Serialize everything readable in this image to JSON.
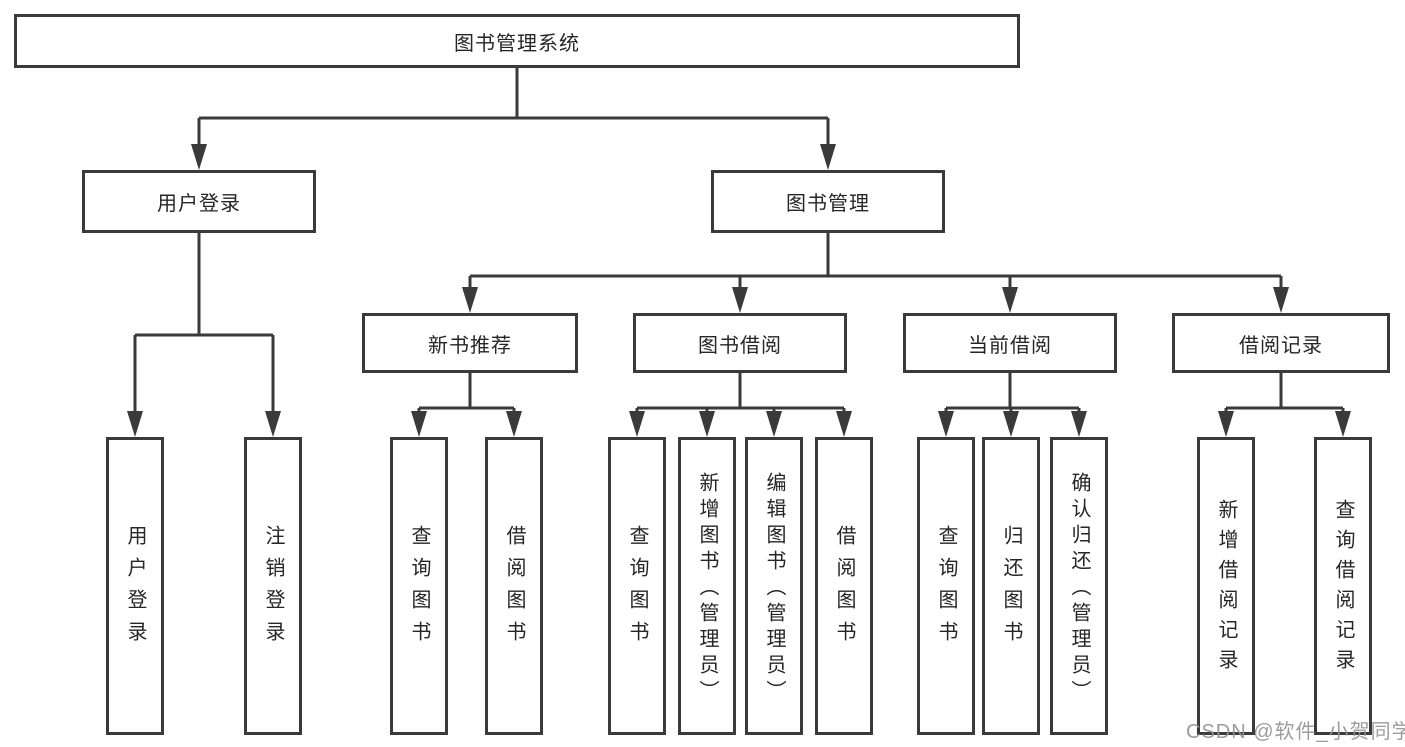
{
  "tree": {
    "label": "图书管理系统",
    "children": [
      {
        "label": "用户登录",
        "children": [
          {
            "label": "用户登录"
          },
          {
            "label": "注销登录"
          }
        ]
      },
      {
        "label": "图书管理",
        "children": [
          {
            "label": "新书推荐",
            "children": [
              {
                "label": "查询图书"
              },
              {
                "label": "借阅图书"
              }
            ]
          },
          {
            "label": "图书借阅",
            "children": [
              {
                "label": "查询图书"
              },
              {
                "label": "新增图书（管理员）"
              },
              {
                "label": "编辑图书（管理员）"
              },
              {
                "label": "借阅图书"
              }
            ]
          },
          {
            "label": "当前借阅",
            "children": [
              {
                "label": "查询图书"
              },
              {
                "label": "归还图书"
              },
              {
                "label": "确认归还（管理员）"
              }
            ]
          },
          {
            "label": "借阅记录",
            "children": [
              {
                "label": "新增借阅记录"
              },
              {
                "label": "查询借阅记录"
              }
            ]
          }
        ]
      }
    ]
  },
  "watermark": {
    "text": "CSDN @软件_小贺同学"
  },
  "colors": {
    "line": "#3a3a3a",
    "box_border": "#3a3a3a",
    "text": "#262626",
    "background": "#ffffff",
    "watermark": "#949494"
  }
}
